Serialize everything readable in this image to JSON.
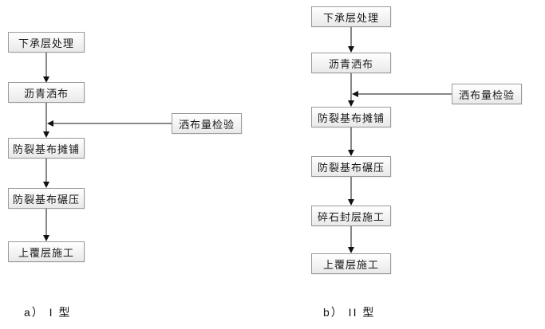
{
  "diagram": {
    "left": {
      "caption": "a） I 型",
      "side_label": "洒布量检验",
      "steps": [
        "下承层处理",
        "沥青洒布",
        "防裂基布摊铺",
        "防裂基布碾压",
        "上覆层施工"
      ]
    },
    "right": {
      "caption": "b） II 型",
      "side_label": "洒布量检验",
      "steps": [
        "下承层处理",
        "沥青洒布",
        "防裂基布摊铺",
        "防裂基布碾压",
        "碎石封层施工",
        "上覆层施工"
      ]
    }
  }
}
